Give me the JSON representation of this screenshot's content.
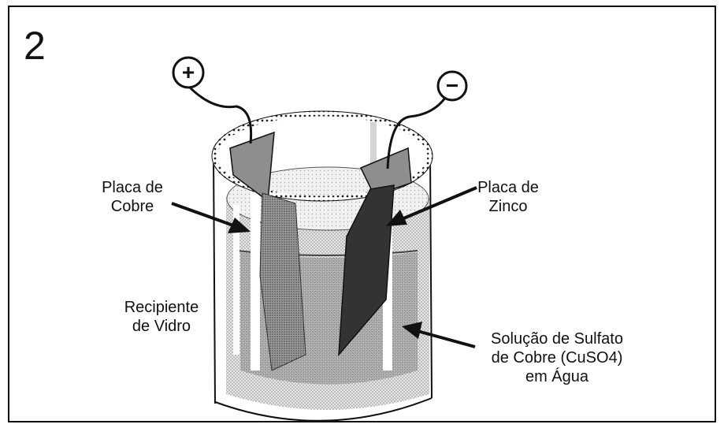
{
  "figure": {
    "number": "2"
  },
  "terminals": {
    "positive": "+",
    "negative": "−"
  },
  "labels": {
    "copper_plate": [
      "Placa de",
      "Cobre"
    ],
    "zinc_plate": [
      "Placa de",
      "Zinco"
    ],
    "glass_container": [
      "Recipiente",
      "de Vidro"
    ],
    "solution": [
      "Solução de Sulfato",
      "de Cobre (CuSO4)",
      "em Água"
    ]
  },
  "colors": {
    "line": "#111111",
    "copper": "#9a9a9a",
    "zinc": "#3a3a3a",
    "solution": "#c8c8c8"
  }
}
